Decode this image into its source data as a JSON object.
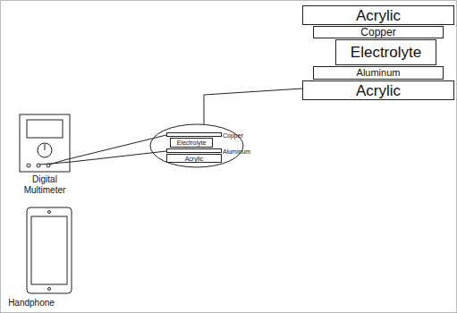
{
  "diagram": {
    "nodes": [
      {
        "text": [
          "Acrylic"
        ]
      },
      {
        "text": [
          "Copper"
        ]
      },
      {
        "text": [
          "Electrolyte"
        ]
      },
      {
        "text": [
          "Aluminum"
        ]
      },
      {
        "text": [
          "Acrylic"
        ]
      },
      {
        "text": [
          "Copper"
        ]
      },
      {
        "text": [
          "Electrolyte"
        ]
      },
      {
        "text": [
          "Aluminum"
        ]
      },
      {
        "text": [
          "Acrylic"
        ]
      }
    ],
    "labels": [
      "Digital Multimeter",
      "Handphone"
    ]
  }
}
